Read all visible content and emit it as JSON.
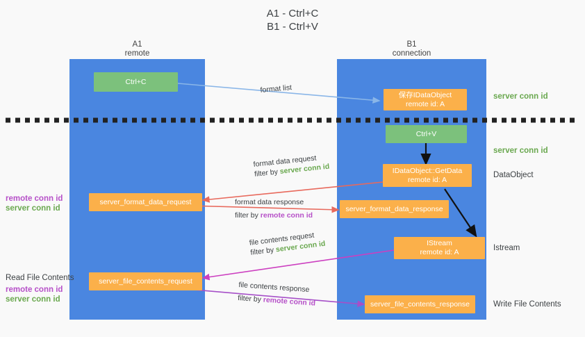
{
  "title": {
    "line1": "A1 - Ctrl+C",
    "line2": "B1 - Ctrl+V"
  },
  "colors": {
    "lane": "#4a86e0",
    "green_node": "#7cc17c",
    "orange_node": "#fbb04a",
    "background": "#f9f9f9",
    "server_conn": "#6aa84f",
    "remote_conn": "#b650c8",
    "arrow_blue": "#8ab6e8",
    "arrow_red": "#e8695c",
    "arrow_magenta": "#cc3fc0",
    "arrow_purple": "#a64fc8",
    "arrow_black": "#000000",
    "divider": "#222222"
  },
  "columns": {
    "left": {
      "name": "A1",
      "role": "remote"
    },
    "right": {
      "name": "B1",
      "role": "connection"
    }
  },
  "nodes": {
    "ctrl_c": {
      "label": "Ctrl+C"
    },
    "ctrl_v": {
      "label": "Ctrl+V"
    },
    "save_idataobject": {
      "line1": "保存IDataObject",
      "line2": "remote id: A"
    },
    "getdata": {
      "line1": "IDataObject::GetData",
      "line2": "remote id: A"
    },
    "istream": {
      "line1": "IStream",
      "line2": "remote id: A"
    },
    "server_format_data_request": {
      "label": "server_format_data_request"
    },
    "server_format_data_response": {
      "label": "server_format_data_response"
    },
    "server_file_contents_request": {
      "label": "server_file_contents_request"
    },
    "server_file_contents_response": {
      "label": "server_file_contents_response"
    }
  },
  "side_labels": {
    "server_conn_id_top": "server conn id",
    "server_conn_id_mid": "server conn id",
    "dataobject": "DataObject",
    "istream": "Istream",
    "write_file_contents": "Write File Contents",
    "read_file_contents": "Read File Contents",
    "left_remote_1": "remote conn id",
    "left_server_1": "server conn id",
    "left_remote_2": "remote conn id",
    "left_server_2": "server conn id"
  },
  "edges": {
    "format_list": {
      "text": "format list"
    },
    "format_data_request": {
      "text": "format data request",
      "filter_prefix": "filter by ",
      "filter_tag": "server conn id",
      "tag_kind": "server"
    },
    "format_data_response": {
      "text": "format data response",
      "filter_prefix": "filter by ",
      "filter_tag": "remote conn id",
      "tag_kind": "remote"
    },
    "file_contents_request": {
      "text": "file contents request",
      "filter_prefix": "filter by ",
      "filter_tag": "server conn id",
      "tag_kind": "server"
    },
    "file_contents_response": {
      "text": "file contents response",
      "filter_prefix": "filter by ",
      "filter_tag": "remote conn id",
      "tag_kind": "remote"
    }
  }
}
